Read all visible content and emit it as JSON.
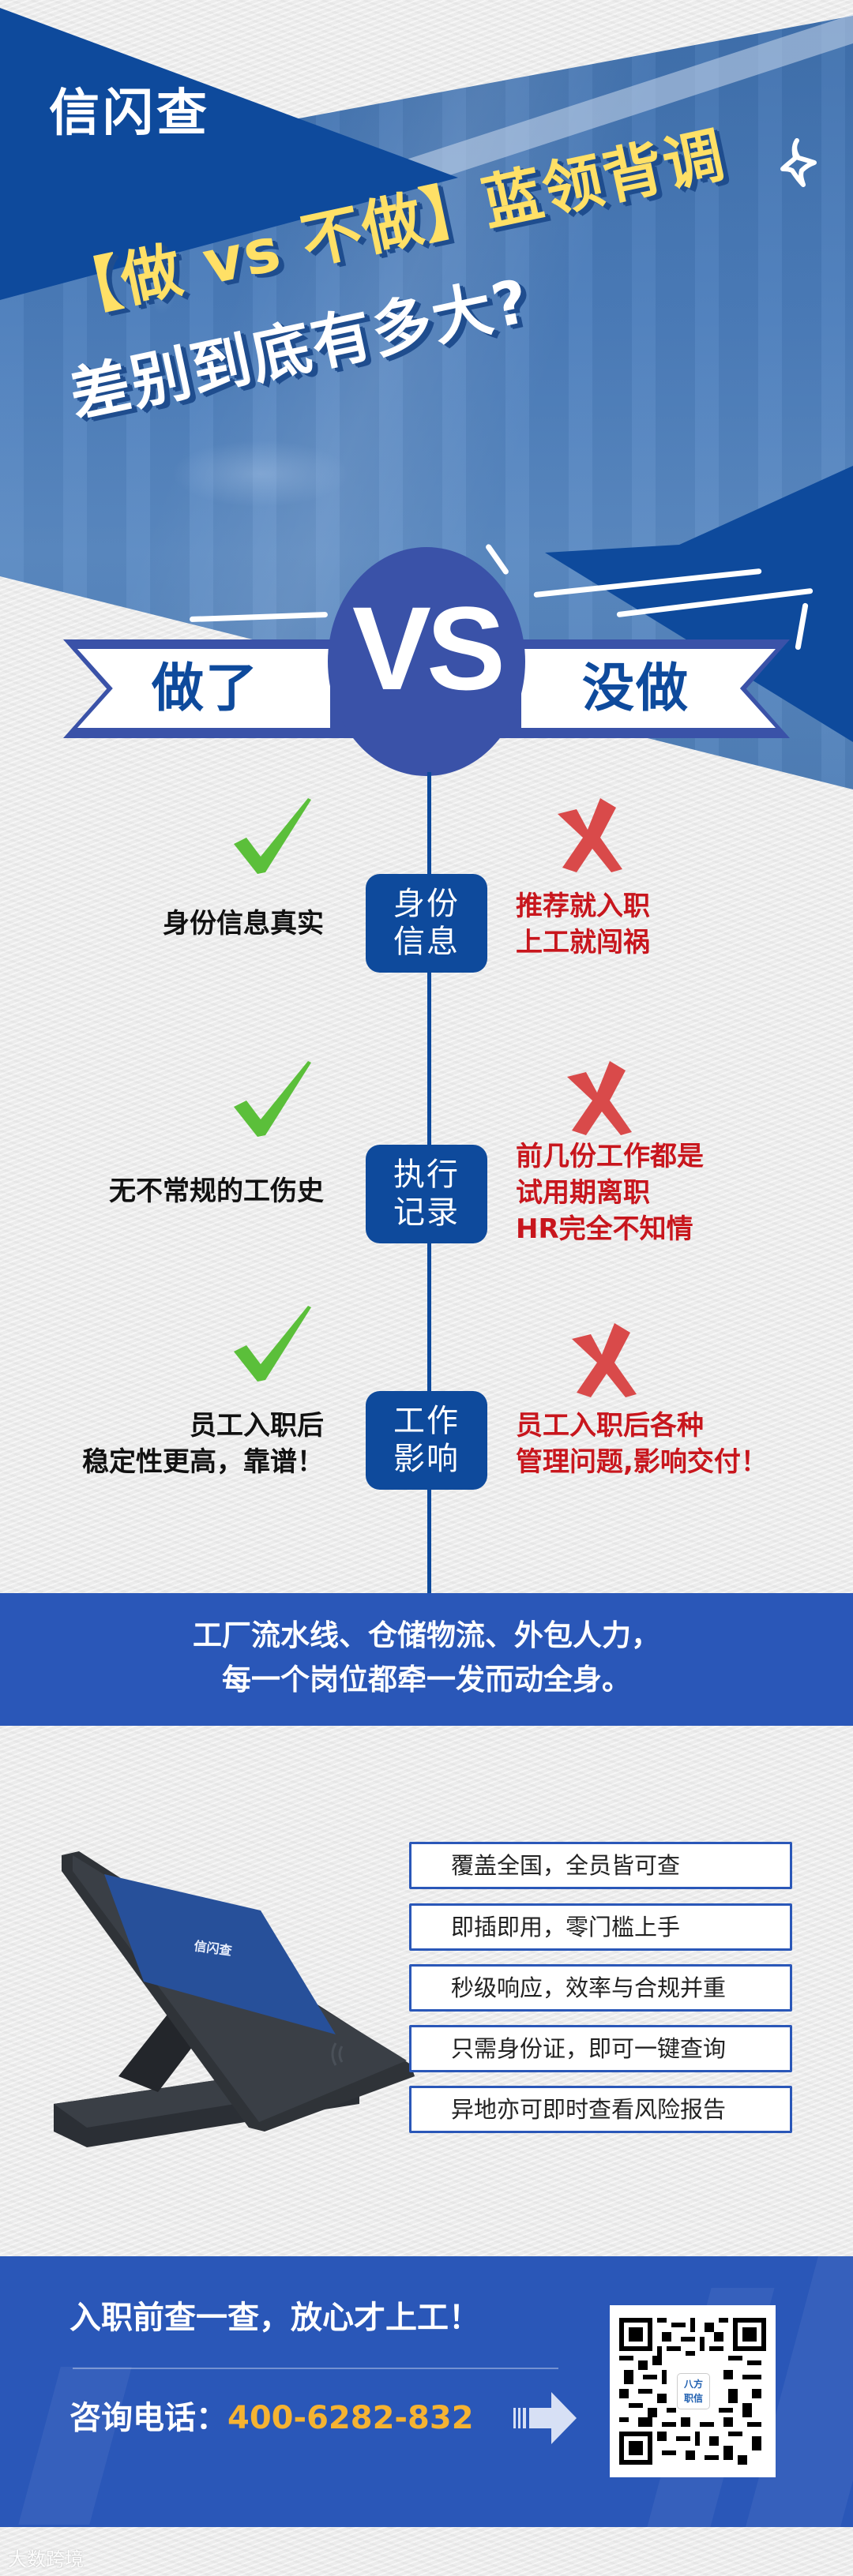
{
  "brand": {
    "logo_text": "信闪查"
  },
  "hero": {
    "title_line1": "【做 vs 不做】蓝领背调",
    "title_line2": "差别到底有多大?"
  },
  "vs_banner": {
    "left_label": "做了",
    "center_label": "VS",
    "right_label": "没做"
  },
  "comparisons": [
    {
      "category": "身份\n信息",
      "category_lines": [
        "身份",
        "信息"
      ],
      "done_lines": [
        "身份信息真实"
      ],
      "not_done_lines": [
        "推荐就入职",
        "上工就闯祸"
      ]
    },
    {
      "category_lines": [
        "执行",
        "记录"
      ],
      "done_lines": [
        "无不常规的工伤史"
      ],
      "not_done_lines": [
        "前几份工作都是",
        "试用期离职",
        "HR完全不知情"
      ]
    },
    {
      "category_lines": [
        "工作",
        "影响"
      ],
      "done_lines": [
        "员工入职后",
        "稳定性更高，靠谱！"
      ],
      "not_done_lines": [
        "员工入职后各种",
        "管理问题,影响交付！"
      ]
    }
  ],
  "strip": {
    "line1": "工厂流水线、仓储物流、外包人力，",
    "line2": "每一个岗位都牵一发而动全身。"
  },
  "device": {
    "screen_logo": "信闪查"
  },
  "features": [
    "覆盖全国，全员皆可查",
    "即插即用，零门槛上手",
    "秒级响应，效率与合规并重",
    "只需身份证，即可一键查询",
    "异地亦可即时查看风险报告"
  ],
  "cta": {
    "headline": "入职前查一查，放心才上工！",
    "phone_label": "咨询电话：",
    "phone_number": "400-6282-832",
    "qr_logo_line1": "八方",
    "qr_logo_line2": "职信"
  },
  "watermark": "大数跨境",
  "colors": {
    "brand_dark_blue": "#0e4a9c",
    "banner_blue": "#3a52a8",
    "section_blue": "#2a57b8",
    "title_yellow": "#ffe066",
    "phone_orange": "#f5b332",
    "check_green": "#5bbf3a",
    "cross_red": "#d94a4a",
    "negative_text_red": "#c8161d"
  },
  "icons": [
    "sparkle-icon",
    "check-icon",
    "cross-icon",
    "arrow-right-icon",
    "qr-code"
  ]
}
